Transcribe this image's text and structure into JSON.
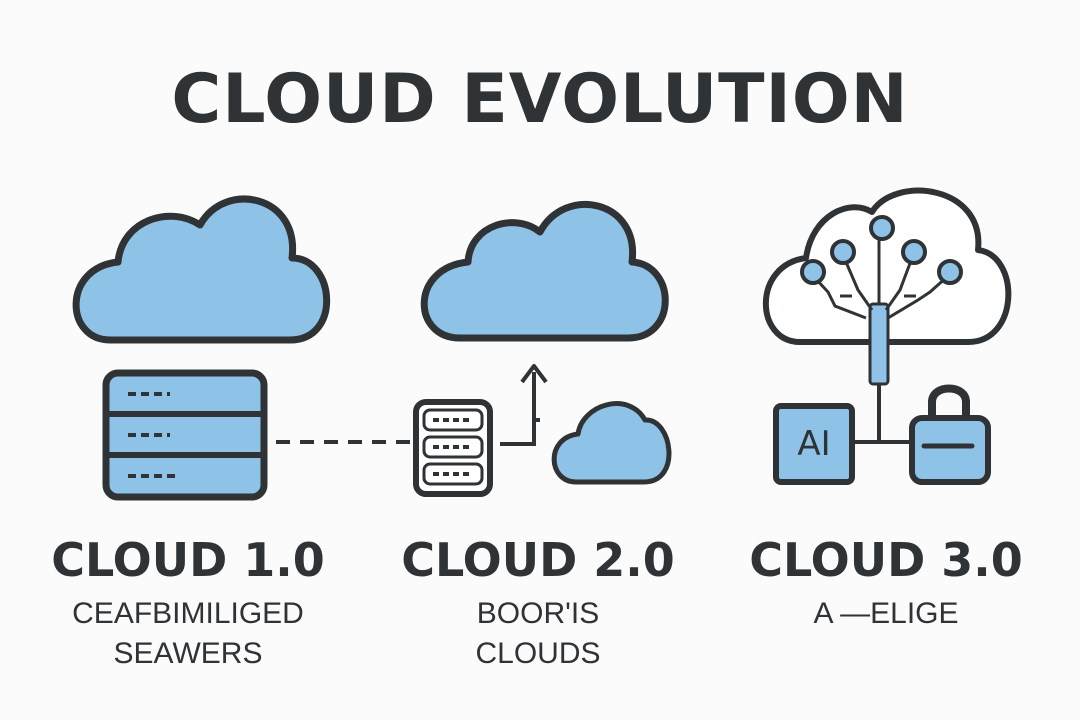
{
  "title": "CLOUD EVOLUTION",
  "colors": {
    "cloud_fill": "#8ec2e6",
    "outline": "#2f3336",
    "background": "#fbfbfb",
    "white": "#ffffff"
  },
  "stages": [
    {
      "id": "cloud-1",
      "title": "CLOUD 1.0",
      "subtitle_line1": "CEAFBIMILIGED",
      "subtitle_line2": "SEAWERS",
      "icons": [
        "cloud-icon",
        "server-rack-icon"
      ]
    },
    {
      "id": "cloud-2",
      "title": "CLOUD 2.0",
      "subtitle_line1": "BOOR'IS",
      "subtitle_line2": "CLOUDS",
      "icons": [
        "cloud-icon",
        "server-icon",
        "arrow-up-icon",
        "small-cloud-icon"
      ]
    },
    {
      "id": "cloud-3",
      "title": "CLOUD 3.0",
      "subtitle_line1": "A  —ELIGE",
      "subtitle_line2": "",
      "icons": [
        "network-cloud-icon",
        "ai-chip-icon",
        "lock-icon"
      ],
      "ai_label": "AI"
    }
  ]
}
